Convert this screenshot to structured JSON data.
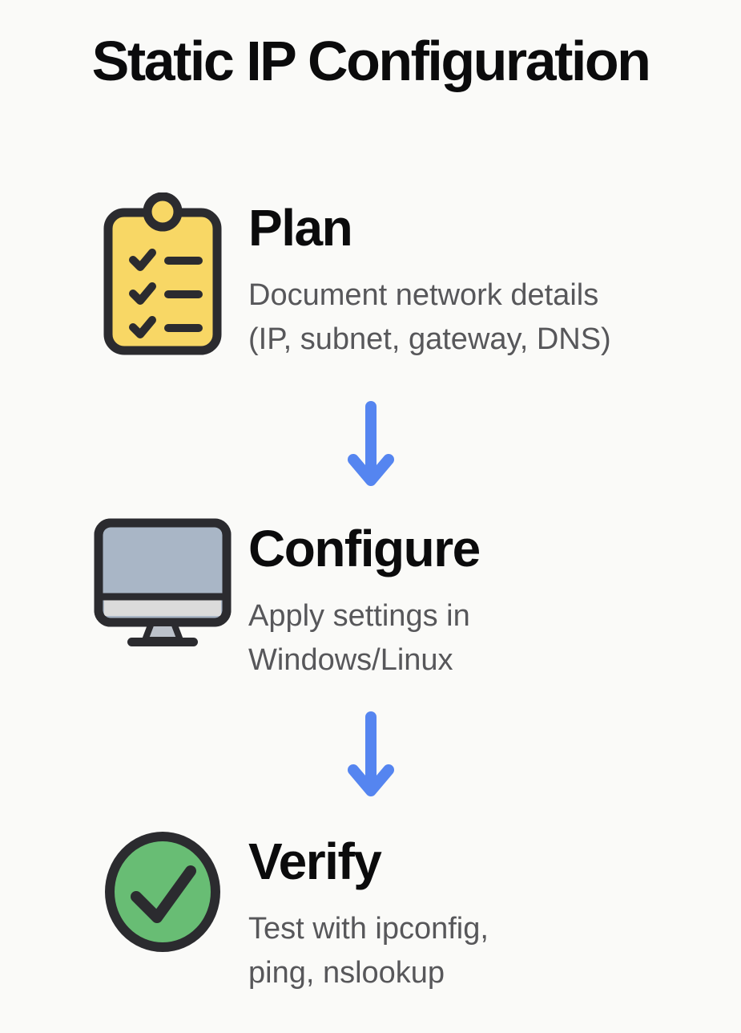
{
  "page": {
    "title": "Static IP Configuration"
  },
  "steps": [
    {
      "title": "Plan",
      "desc_lines": [
        "Document network details",
        "(IP, subnet, gateway, DNS)"
      ],
      "icon": "checklist-clipboard-icon"
    },
    {
      "title": "Configure",
      "desc_lines": [
        "Apply settings in",
        "Windows/Linux"
      ],
      "icon": "monitor-icon"
    },
    {
      "title": "Verify",
      "desc_lines": [
        "Test with ipconfig,",
        "ping, nslookup"
      ],
      "icon": "check-circle-icon"
    }
  ],
  "connectors": [
    {
      "icon": "down-arrow-icon"
    },
    {
      "icon": "down-arrow-icon"
    }
  ],
  "colors": {
    "background": "#fafaf8",
    "heading_text": "#0b0b0c",
    "description_text": "#57575a",
    "arrow_blue": "#5585f0",
    "clipboard_yellow": "#f8d765",
    "icon_outline_dark": "#2b2b2f",
    "monitor_screen_gray_blue": "#a9b6c6",
    "monitor_strip_gray": "#dbdbdb",
    "monitor_stand_gray": "#bcc2cb",
    "check_green": "#68bd74"
  }
}
